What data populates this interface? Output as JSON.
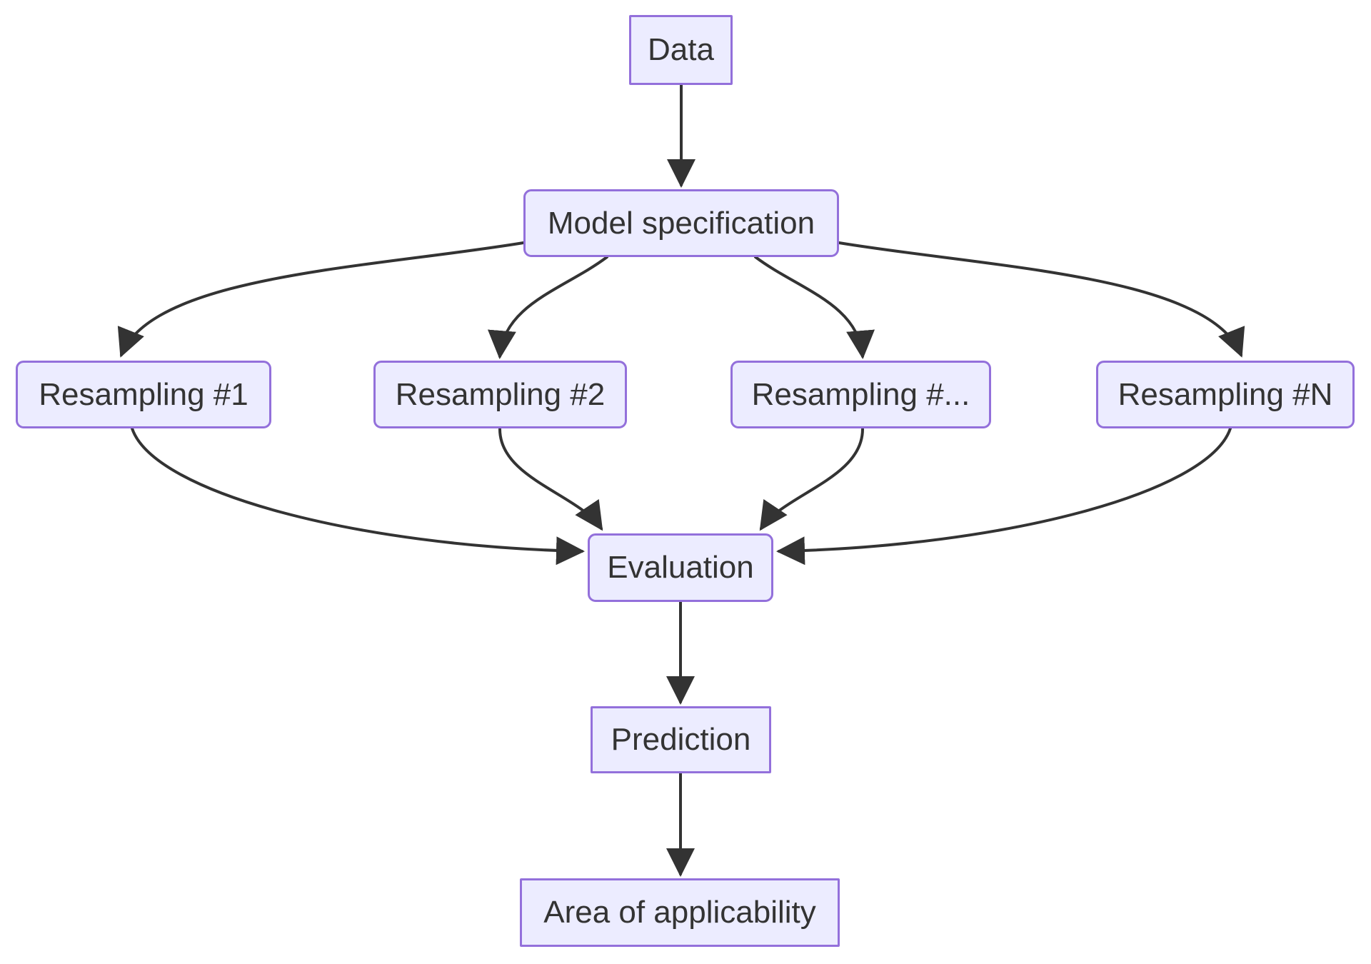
{
  "diagram": {
    "type": "flowchart",
    "direction": "top-down",
    "colors": {
      "background": "#ffffff",
      "node_fill": "#ECECFF",
      "node_border": "#9370DB",
      "edge_color": "#333333",
      "text_color": "#333333"
    }
  },
  "nodes": {
    "data": {
      "label": "Data",
      "shape": "rect"
    },
    "model_spec": {
      "label": "Model specification",
      "shape": "rounded"
    },
    "resampling_1": {
      "label": "Resampling #1",
      "shape": "rounded"
    },
    "resampling_2": {
      "label": "Resampling #2",
      "shape": "rounded"
    },
    "resampling_d": {
      "label": "Resampling #...",
      "shape": "rounded"
    },
    "resampling_n": {
      "label": "Resampling #N",
      "shape": "rounded"
    },
    "evaluation": {
      "label": "Evaluation",
      "shape": "rounded"
    },
    "prediction": {
      "label": "Prediction",
      "shape": "rect"
    },
    "aoa": {
      "label": "Area of applicability",
      "shape": "rect"
    }
  },
  "edges": [
    {
      "from": "Data",
      "to": "Model specification"
    },
    {
      "from": "Model specification",
      "to": "Resampling #1"
    },
    {
      "from": "Model specification",
      "to": "Resampling #2"
    },
    {
      "from": "Model specification",
      "to": "Resampling #..."
    },
    {
      "from": "Model specification",
      "to": "Resampling #N"
    },
    {
      "from": "Resampling #1",
      "to": "Evaluation"
    },
    {
      "from": "Resampling #2",
      "to": "Evaluation"
    },
    {
      "from": "Resampling #...",
      "to": "Evaluation"
    },
    {
      "from": "Resampling #N",
      "to": "Evaluation"
    },
    {
      "from": "Evaluation",
      "to": "Prediction"
    },
    {
      "from": "Prediction",
      "to": "Area of applicability"
    }
  ]
}
